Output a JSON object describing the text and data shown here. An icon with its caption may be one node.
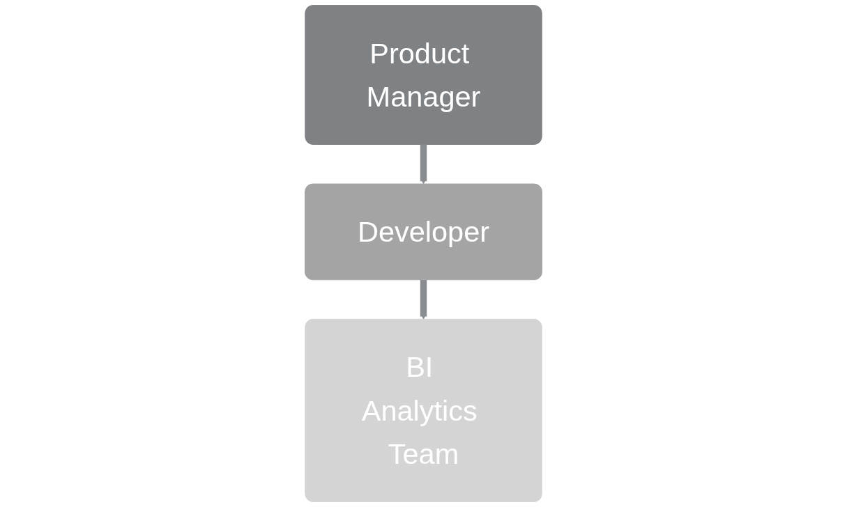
{
  "diagram": {
    "nodes": [
      {
        "text": [
          "Product Manager"
        ]
      },
      {
        "text": [
          "Developer"
        ]
      },
      {
        "text": [
          "BI Analytics Team"
        ]
      }
    ],
    "edges": [
      {
        "from": 0,
        "to": 1,
        "arrow": "to"
      },
      {
        "from": 1,
        "to": 2,
        "arrow": "to"
      }
    ]
  }
}
